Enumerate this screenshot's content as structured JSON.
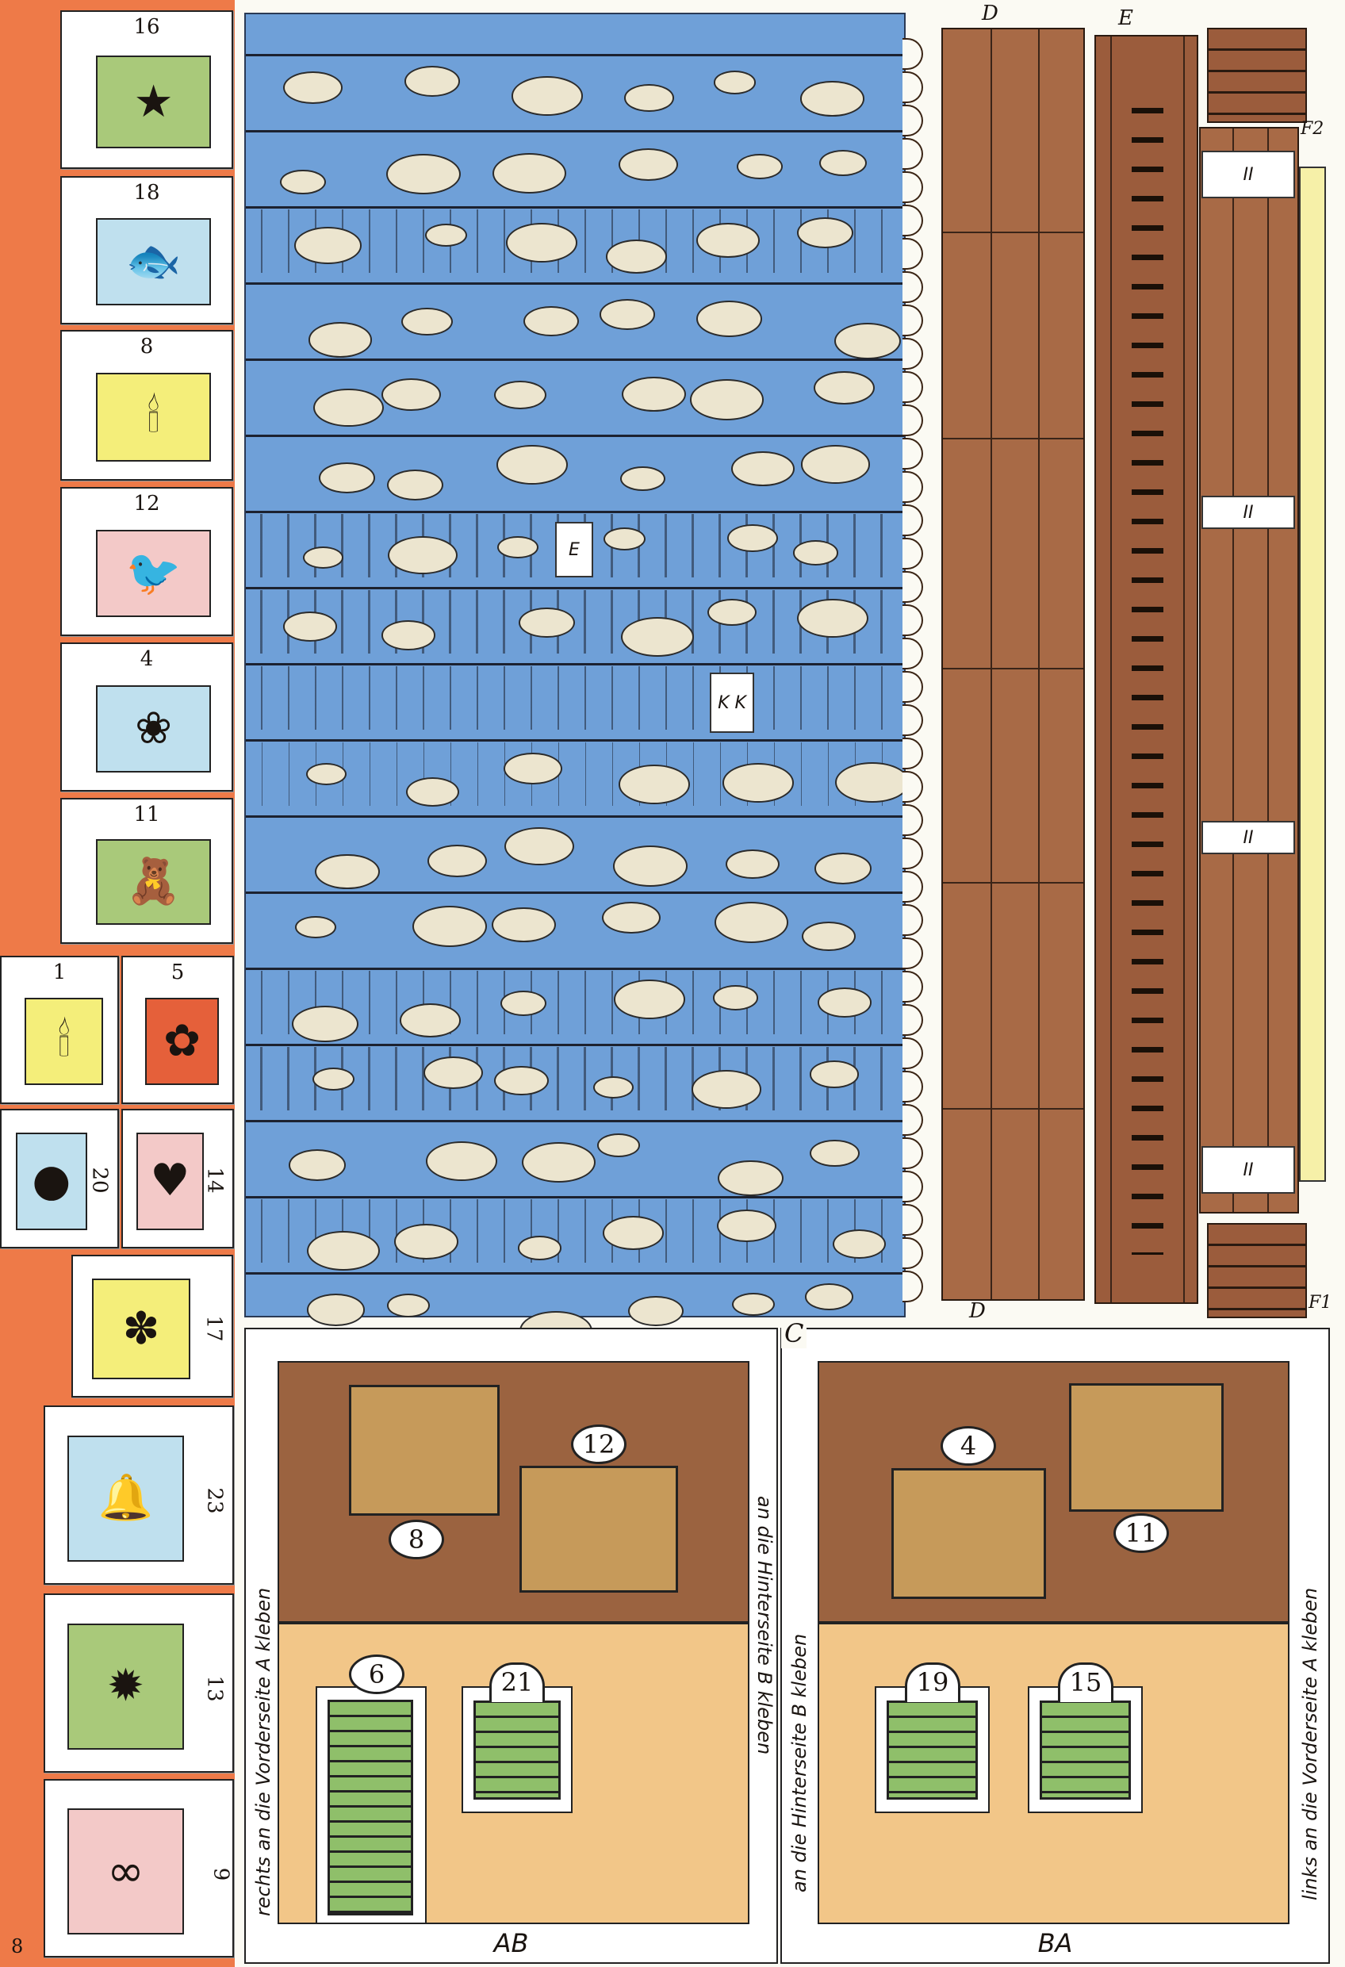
{
  "page_number": "8",
  "calendar_tiles": [
    {
      "number": "16",
      "icon": "shooting-star-icon",
      "glyph": "★",
      "color": "#a9c97a"
    },
    {
      "number": "18",
      "icon": "fish-icon",
      "glyph": "🐟",
      "color": "#bfe0ee"
    },
    {
      "number": "8",
      "icon": "candles-icon",
      "glyph": "🕯",
      "color": "#f4ee7a"
    },
    {
      "number": "12",
      "icon": "bird-icon",
      "glyph": "🐦",
      "color": "#f3c9c8"
    },
    {
      "number": "4",
      "icon": "blossom-branch-icon",
      "glyph": "❀",
      "color": "#bfe0ee"
    },
    {
      "number": "11",
      "icon": "teddy-bear-icon",
      "glyph": "🧸",
      "color": "#a9c97a"
    },
    {
      "number": "1",
      "icon": "candle-icon",
      "glyph": "🕯",
      "color": "#f4ee7a"
    },
    {
      "number": "5",
      "icon": "twigs-bow-icon",
      "glyph": "✿",
      "color": "#e5603a"
    },
    {
      "number": "20",
      "icon": "apple-icon",
      "glyph": "●",
      "color": "#bfe0ee"
    },
    {
      "number": "14",
      "icon": "gingerbread-heart-icon",
      "glyph": "♥",
      "color": "#f3c9c8"
    },
    {
      "number": "17",
      "icon": "cherries-icon",
      "glyph": "✽",
      "color": "#f4ee7a"
    },
    {
      "number": "23",
      "icon": "bell-icon",
      "glyph": "🔔",
      "color": "#bfe0ee"
    },
    {
      "number": "13",
      "icon": "pot-fire-icon",
      "glyph": "✹",
      "color": "#a9c97a"
    },
    {
      "number": "9",
      "icon": "pretzel-cookies-icon",
      "glyph": "∞",
      "color": "#f3c9c8"
    }
  ],
  "roof": {
    "label": "C",
    "tab_e": "E",
    "tab_k": "K",
    "color": "#6fa0d8"
  },
  "strips": {
    "d_label": "D",
    "e_label": "E",
    "f2_label": "F2",
    "f1_label": "F1",
    "tab_label": "II"
  },
  "facade_ab": {
    "label": "AB",
    "left_text": "rechts an die Vorderseite A kleben",
    "right_text": "an die Hinterseite B kleben",
    "numbers": {
      "upper_left": "8",
      "upper_right": "12",
      "door": "6",
      "window": "21"
    }
  },
  "facade_ba": {
    "label": "BA",
    "left_text": "an die Hinterseite B kleben",
    "right_text": "links an die Vorderseite A kleben",
    "numbers": {
      "upper_left": "4",
      "upper_right": "11",
      "window_left": "19",
      "window_right": "15"
    }
  }
}
